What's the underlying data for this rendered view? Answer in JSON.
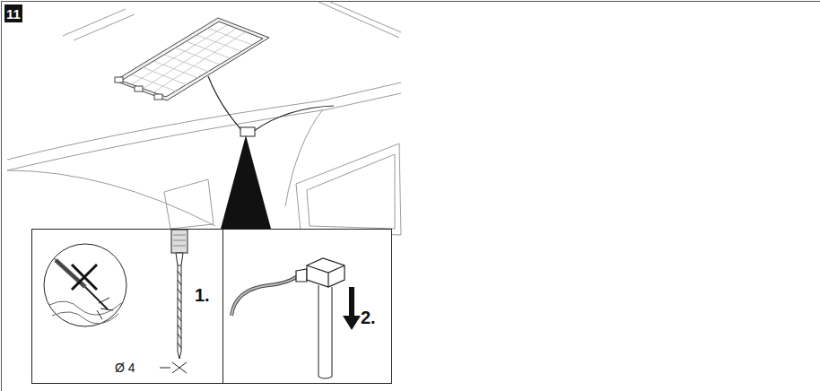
{
  "diagram": {
    "nodes": [
      {
        "text": [
          "11"
        ]
      }
    ],
    "labels": [
      "1.",
      "2.",
      "Ø 4"
    ]
  }
}
